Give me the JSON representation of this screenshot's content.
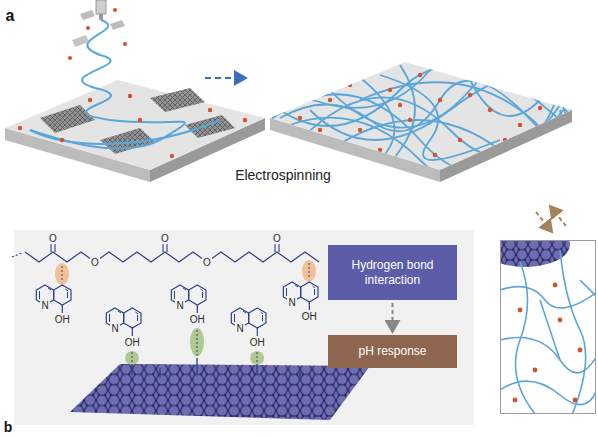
{
  "diagram": {
    "nodes": [
      {
        "text": [
          "Hydrogen bond interaction"
        ]
      },
      {
        "text": [
          "pH response"
        ]
      }
    ],
    "edges": [
      {
        "from": 0,
        "to": 1,
        "arrow": "to"
      }
    ],
    "labels": [
      "a",
      "Electrospinning",
      "b",
      "O",
      "O",
      "O",
      "O",
      "O",
      "N",
      "OH",
      "N",
      "OH",
      "N",
      "OH",
      "N",
      "OH",
      "N",
      "OH"
    ]
  }
}
